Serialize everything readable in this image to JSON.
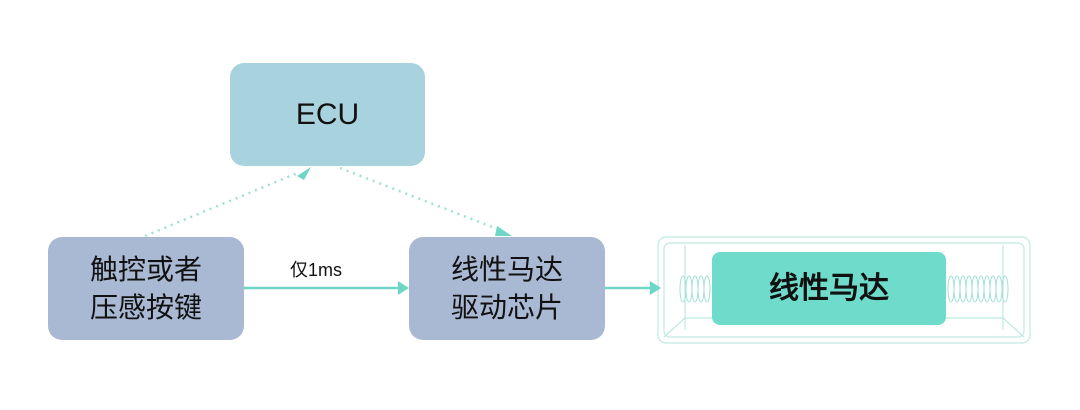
{
  "nodes": {
    "ecu": "ECU",
    "source": {
      "line1": "触控或者",
      "line2": "压感按键"
    },
    "driver": {
      "line1": "线性马达",
      "line2": "驱动芯片"
    },
    "motor": "线性马达"
  },
  "edges": {
    "source_to_driver_label": "仅1ms"
  },
  "colors": {
    "ecu": "#a8d3de",
    "node": "#a9b9d4",
    "motor": "#6fdccb",
    "arrow": "#6ed6c6"
  }
}
